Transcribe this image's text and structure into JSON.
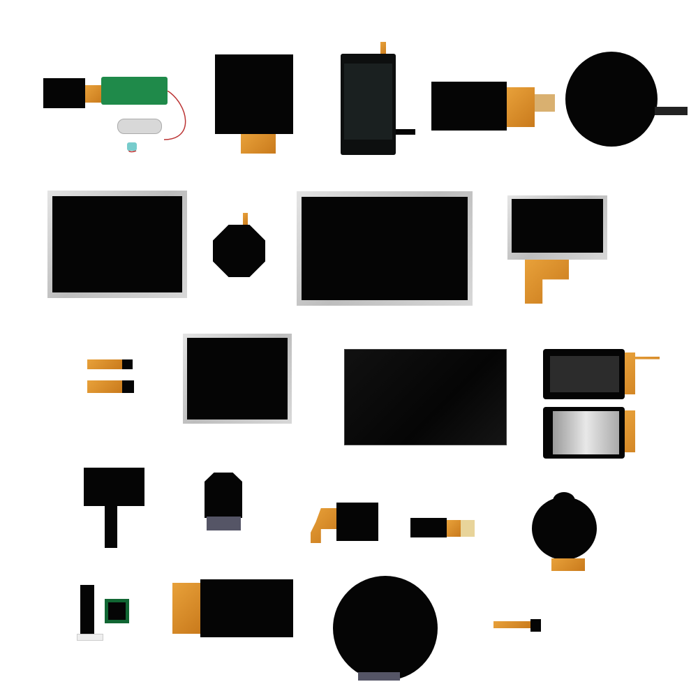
{
  "colors": {
    "background": "#ffffff",
    "panel": "#050505",
    "bezel_silver": "#c8c8c8",
    "flex_cable": "#d98b2a",
    "pcb_green": "#1f8a4a"
  },
  "icons": [
    "lcd-panel",
    "round-display",
    "octagon-display",
    "flex-cable",
    "circuit-board",
    "battery"
  ]
}
